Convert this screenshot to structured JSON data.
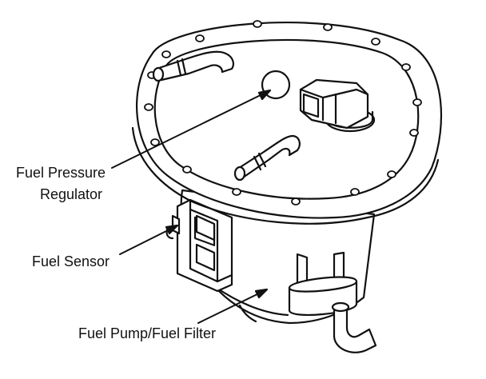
{
  "labels": {
    "pressure_regulator_line1": "Fuel Pressure",
    "pressure_regulator_line2": "Regulator",
    "fuel_sensor": "Fuel Sensor",
    "fuel_pump_filter": "Fuel Pump/Fuel Filter"
  },
  "colors": {
    "stroke": "#111111",
    "fill": "#ffffff"
  }
}
